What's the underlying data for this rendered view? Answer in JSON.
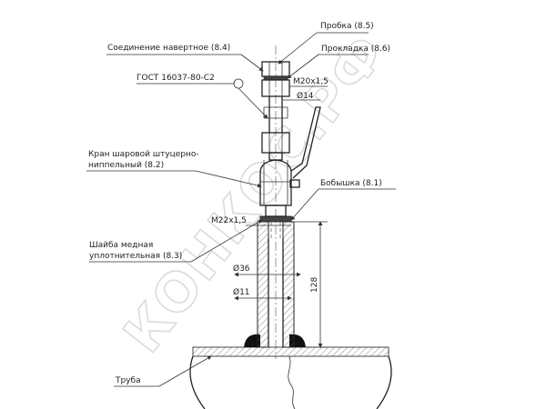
{
  "callouts": {
    "plug": "Пробка (8.5)",
    "gasket": "Прокладка (8.6)",
    "union_nut": "Соединение навертное (8.4)",
    "standard": "ГОСТ 16037-80-С2",
    "ball_valve_line1": "Кран шаровой штуцерно-",
    "ball_valve_line2": "ниппельный (8.2)",
    "boss": "Бобышка (8.1)",
    "washer_line1": "Шайба медная",
    "washer_line2": "уплотнительная (8.3)",
    "pipe": "Труба"
  },
  "dimensions": {
    "thread_top": "M20x1,5",
    "dia_14": "Ø14",
    "thread_bottom": "M22x1,5",
    "dia_36": "Ø36",
    "dia_11": "Ø11",
    "height": "128"
  },
  "watermark": "КОНКОС.РФ",
  "colors": {
    "line": "#333333",
    "hatch": "#555555",
    "weld": "#111111",
    "watermark": "#cfcfcf"
  }
}
